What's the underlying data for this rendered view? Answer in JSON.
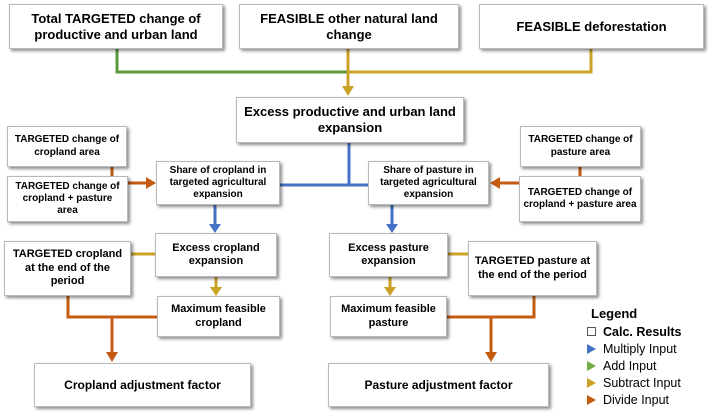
{
  "diagram": {
    "boxes": {
      "total_targeted": "Total TARGETED change of productive and urban land",
      "feasible_other": "FEASIBLE other natural land change",
      "feasible_deforestation": "FEASIBLE deforestation",
      "excess_productive": "Excess productive and urban land expansion",
      "targeted_cropland_area": "TARGETED change of cropland area",
      "targeted_cropland_pasture_left": "TARGETED change of cropland + pasture area",
      "share_cropland": "Share of cropland in targeted agricultural expansion",
      "share_pasture": "Share of pasture in targeted agricultural expansion",
      "targeted_pasture_area": "TARGETED change of pasture area",
      "targeted_cropland_pasture_right": "TARGETED change of cropland + pasture area",
      "targeted_cropland_end": "TARGETED cropland at the end of the period",
      "excess_cropland": "Excess cropland expansion",
      "excess_pasture": "Excess pasture expansion",
      "targeted_pasture_end": "TARGETED pasture at the end of the period",
      "max_feasible_cropland": "Maximum feasible cropland",
      "max_feasible_pasture": "Maximum feasible pasture",
      "cropland_adjustment": "Cropland adjustment factor",
      "pasture_adjustment": "Pasture adjustment factor"
    }
  },
  "legend": {
    "title": "Legend",
    "items": [
      {
        "label": "Calc. Results",
        "symbol": "square",
        "color": "#ffffff"
      },
      {
        "label": "Multiply Input",
        "symbol": "triangle",
        "color": "#4472c4"
      },
      {
        "label": "Add Input",
        "symbol": "triangle",
        "color": "#70ad47"
      },
      {
        "label": "Subtract Input",
        "symbol": "triangle",
        "color": "#c9a227"
      },
      {
        "label": "Divide Input",
        "symbol": "triangle",
        "color": "#c55a11"
      }
    ]
  },
  "colors": {
    "multiply": "#4472c4",
    "add": "#5a9a3a",
    "subtract": "#c9a227",
    "divide": "#c55a11"
  }
}
